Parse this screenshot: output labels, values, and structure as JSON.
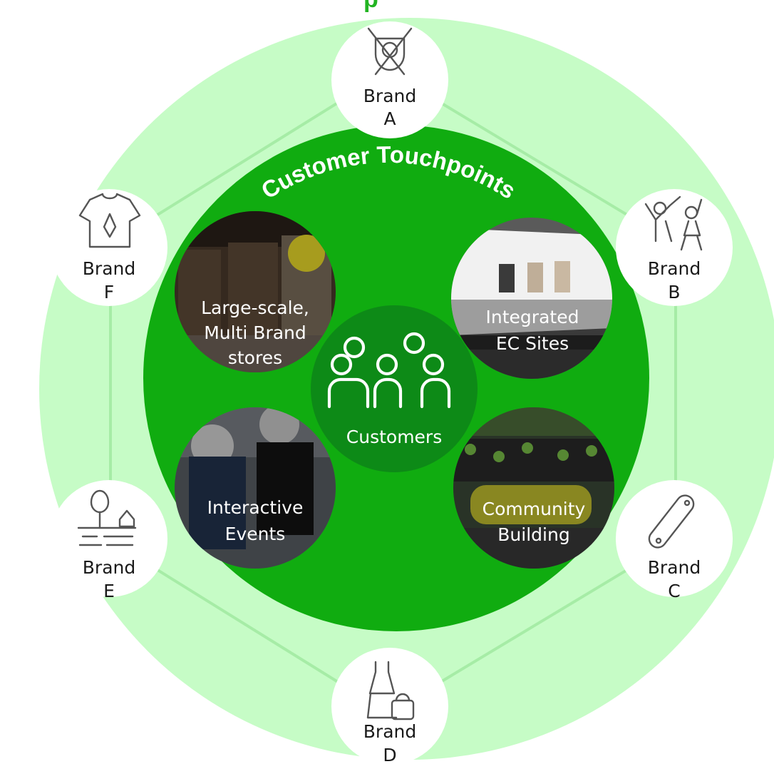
{
  "top_title_fragment": "p",
  "ring_title": "Customer Touchpoints",
  "center": {
    "label": "Customers",
    "icon": "people-icon"
  },
  "brands": [
    {
      "id": "a",
      "line1": "Brand",
      "line2": "A",
      "icon": "golf-crest-icon"
    },
    {
      "id": "b",
      "line1": "Brand",
      "line2": "B",
      "icon": "dancing-people-icon"
    },
    {
      "id": "c",
      "line1": "Brand",
      "line2": "C",
      "icon": "skateboard-icon"
    },
    {
      "id": "d",
      "line1": "Brand",
      "line2": "D",
      "icon": "dress-and-bag-icon"
    },
    {
      "id": "e",
      "line1": "Brand",
      "line2": "E",
      "icon": "outdoor-landscape-icon"
    },
    {
      "id": "f",
      "line1": "Brand",
      "line2": "F",
      "icon": "tshirt-pen-icon"
    }
  ],
  "touchpoints": [
    {
      "id": "stores",
      "lines": [
        "Large-scale,",
        "Multi Brand",
        "stores"
      ]
    },
    {
      "id": "ec",
      "lines": [
        "Integrated",
        "EC Sites"
      ]
    },
    {
      "id": "events",
      "lines": [
        "Interactive",
        "Events"
      ]
    },
    {
      "id": "community",
      "lines": [
        "Community",
        "Building"
      ]
    }
  ],
  "colors": {
    "outer_ring": "#c6fcc6",
    "inner_circle": "#10ac10",
    "center_circle": "#0d8a17",
    "connector": "#a6eca6",
    "brand_circle": "#ffffff"
  }
}
